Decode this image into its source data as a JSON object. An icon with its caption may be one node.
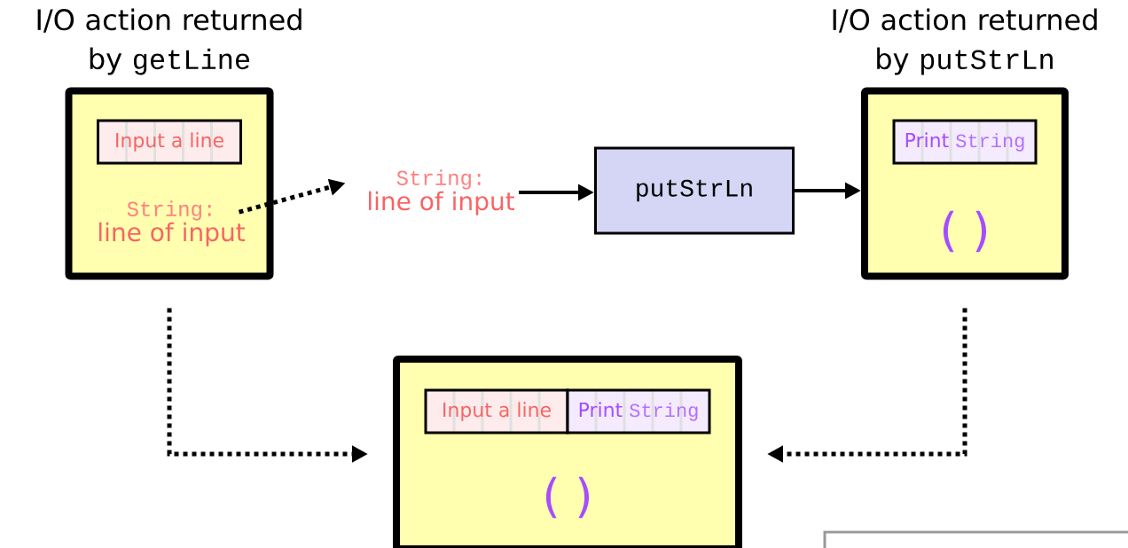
{
  "diagram": {
    "nodes": [
      {
        "text": [
          "I/O action returned by",
          "getLine"
        ]
      },
      {
        "text": [
          "Input a line"
        ],
        "in": 0
      },
      {
        "text": [
          "String:",
          "line of input"
        ],
        "in": 0
      },
      {
        "text": [
          "String:",
          "line of input"
        ]
      },
      {
        "text": [
          "putStrLn"
        ]
      },
      {
        "text": [
          "I/O action returned by",
          "putStrLn",
          "( )"
        ]
      },
      {
        "text": [
          "Print",
          "String"
        ],
        "in": 5
      },
      {
        "text": [
          "( )"
        ]
      },
      {
        "text": [
          "Input a line"
        ],
        "in": 7
      },
      {
        "text": [
          "Print",
          "String"
        ],
        "in": 7
      }
    ],
    "edges": [
      {
        "from": 2,
        "to": 3,
        "arrow": "to",
        "style": "dashed"
      },
      {
        "from": 3,
        "to": 4,
        "arrow": "to"
      },
      {
        "from": 4,
        "to": 5,
        "arrow": "to"
      },
      {
        "from": 0,
        "to": 7,
        "arrow": "to",
        "style": "dashed"
      },
      {
        "from": 5,
        "to": 7,
        "arrow": "to",
        "style": "dashed"
      }
    ]
  }
}
